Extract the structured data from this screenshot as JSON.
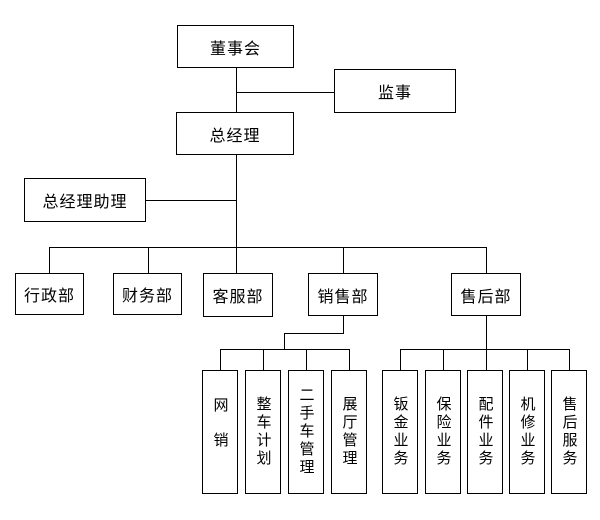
{
  "diagram": {
    "type": "org-chart",
    "colors": {
      "background": "#ffffff",
      "line": "#000000",
      "box_border": "#000000",
      "text": "#000000"
    },
    "nodes": {
      "board": {
        "label": "董事会",
        "parent": null
      },
      "supervisor": {
        "label": "监事",
        "parent": "board"
      },
      "general_manager": {
        "label": "总经理",
        "parent": "board"
      },
      "gm_assistant": {
        "label": "总经理助理",
        "parent": "general_manager"
      },
      "admin_dept": {
        "label": "行政部",
        "parent": "general_manager"
      },
      "finance_dept": {
        "label": "财务部",
        "parent": "general_manager"
      },
      "customer_service_dept": {
        "label": "客服部",
        "parent": "general_manager"
      },
      "sales_dept": {
        "label": "销售部",
        "parent": "general_manager"
      },
      "after_sales_dept": {
        "label": "售后部",
        "parent": "general_manager"
      },
      "online_sales": {
        "label": "网销",
        "parent": "sales_dept"
      },
      "vehicle_planning": {
        "label": "整车计划",
        "parent": "sales_dept"
      },
      "used_car_management": {
        "label": "二手车管理",
        "parent": "sales_dept"
      },
      "showroom_management": {
        "label": "展厅管理",
        "parent": "sales_dept"
      },
      "sheet_metal_business": {
        "label": "钣金业务",
        "parent": "after_sales_dept"
      },
      "insurance_business": {
        "label": "保险业务",
        "parent": "after_sales_dept"
      },
      "parts_business": {
        "label": "配件业务",
        "parent": "after_sales_dept"
      },
      "mechanical_repair_business": {
        "label": "机修业务",
        "parent": "after_sales_dept"
      },
      "after_sales_service": {
        "label": "售后服务",
        "parent": "after_sales_dept"
      }
    }
  }
}
